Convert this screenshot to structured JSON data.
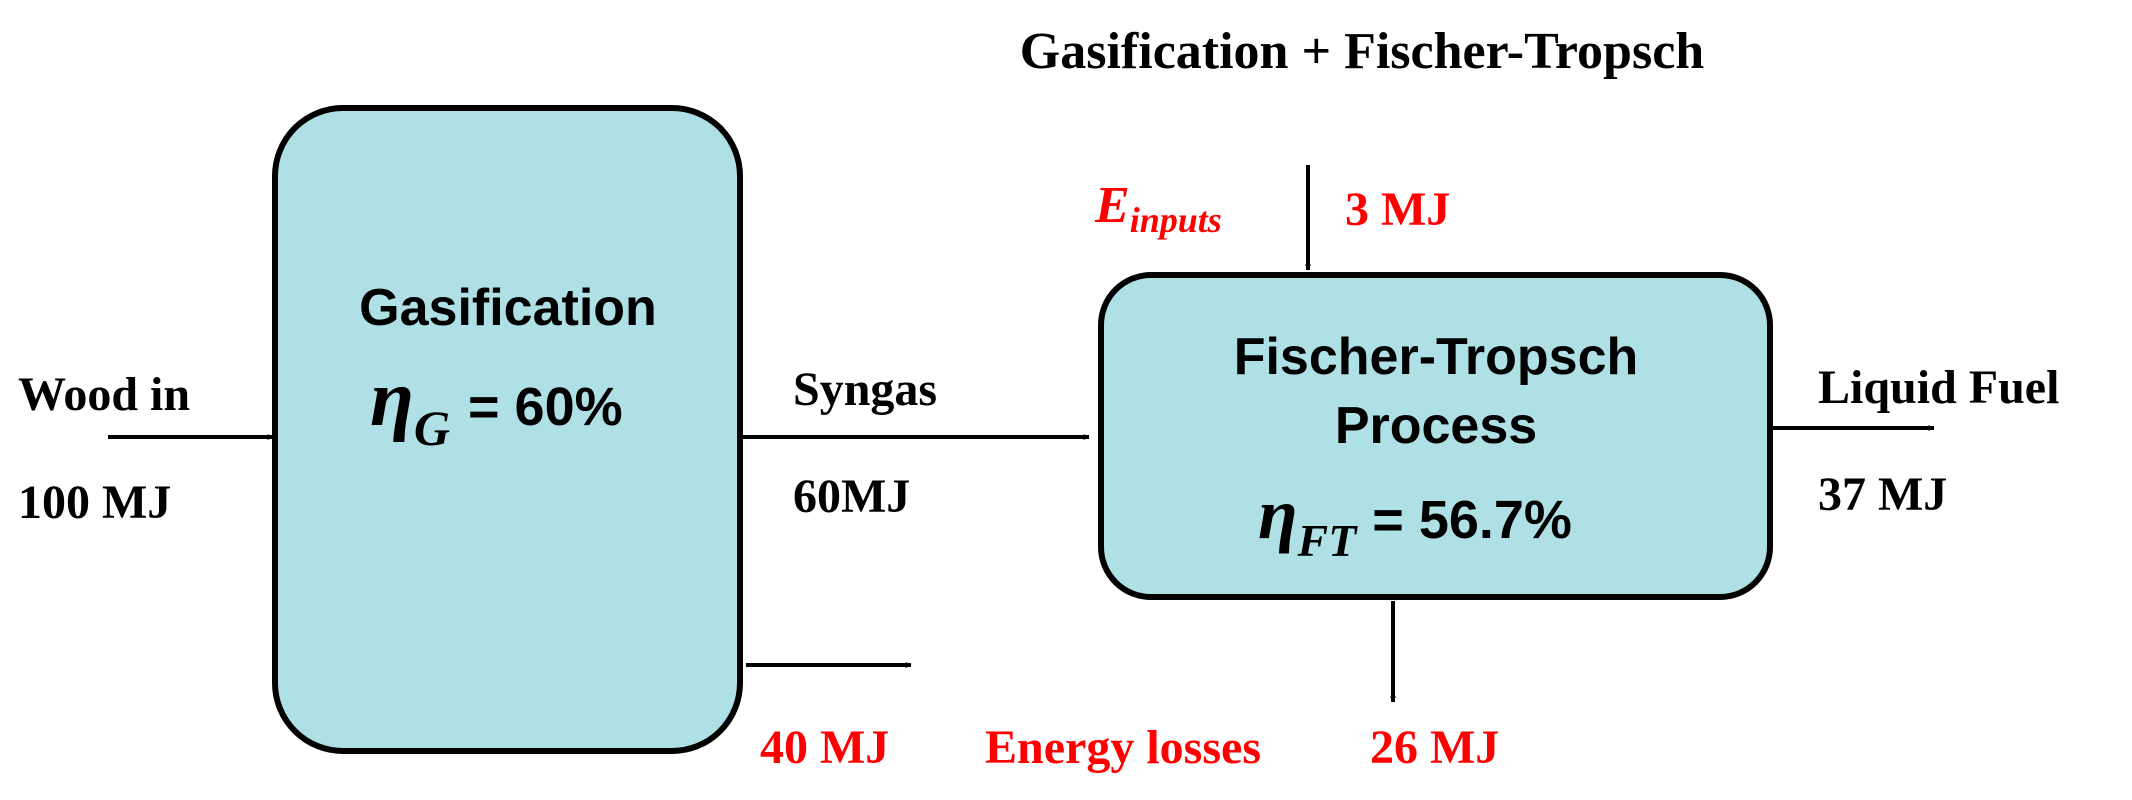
{
  "title": "Gasification + Fischer-Tropsch",
  "colors": {
    "box_fill": "#aee0e5",
    "stroke": "#000000",
    "text": "#000000",
    "highlight": "#ff0000"
  },
  "gasifier": {
    "name": "Gasification",
    "eta_symbol": "η",
    "eta_sub": "G",
    "eta_value": "= 60%"
  },
  "ft": {
    "name_line1": "Fischer-Tropsch",
    "name_line2": "Process",
    "eta_symbol": "η",
    "eta_sub": "FT",
    "eta_value": "= 56.7%"
  },
  "input": {
    "label": "Wood in",
    "value": "100 MJ"
  },
  "syngas": {
    "label": "Syngas",
    "value": "60MJ"
  },
  "gasifier_loss": {
    "value": "40 MJ"
  },
  "energy_inputs": {
    "symbol": "E",
    "sub": "inputs",
    "value": "3 MJ"
  },
  "ft_loss": {
    "label": "Energy losses",
    "value": "26 MJ"
  },
  "output": {
    "label": "Liquid Fuel",
    "value": "37 MJ"
  }
}
